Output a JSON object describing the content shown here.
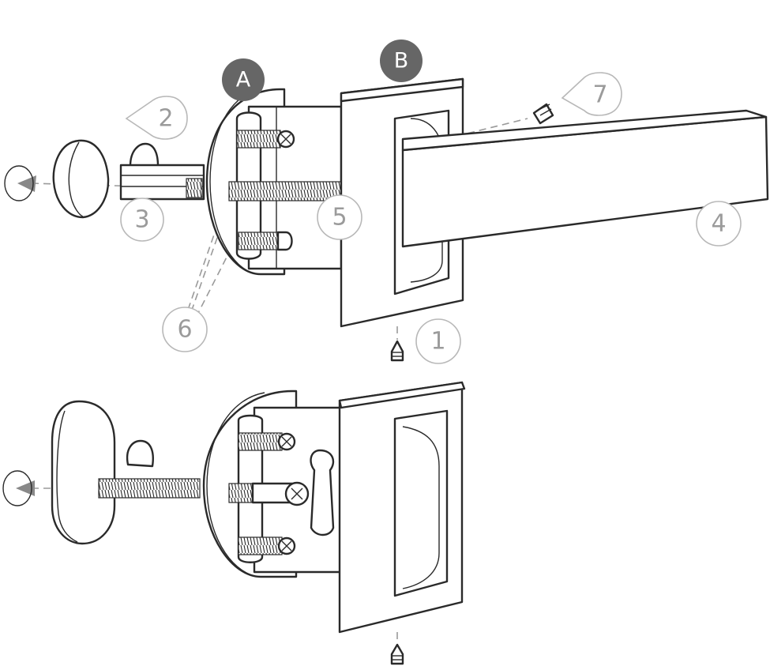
{
  "badges": {
    "a": "A",
    "b": "B"
  },
  "callouts": {
    "c1": "1",
    "c2": "2",
    "c3": "3",
    "c4": "4",
    "c5": "5",
    "c6": "6",
    "c7": "7"
  },
  "colors": {
    "line": "#2a2a2a",
    "badge": "#666666",
    "callout": "#9b9b9b",
    "arrow": "#888888"
  }
}
